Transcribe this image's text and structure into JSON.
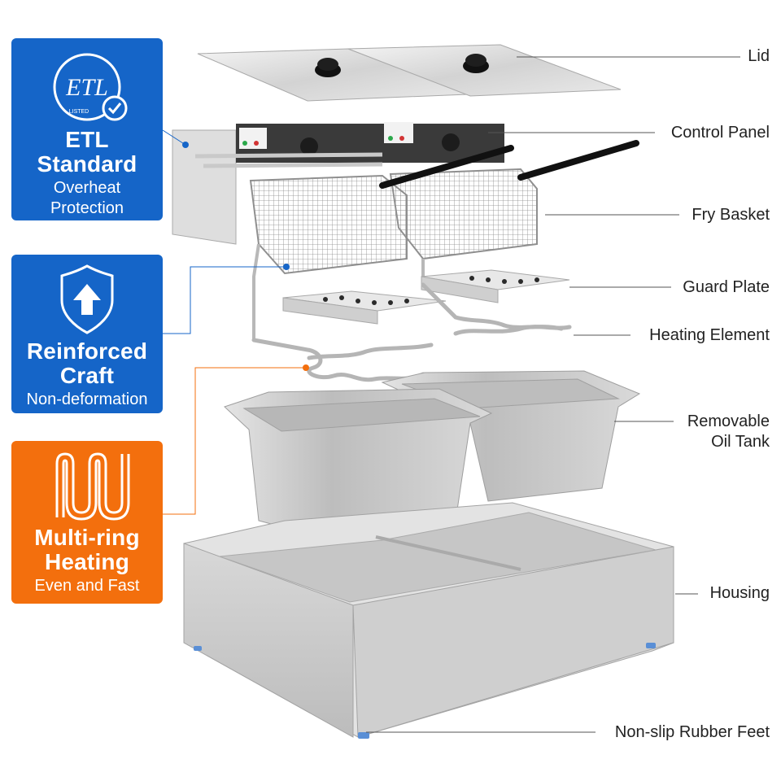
{
  "features": [
    {
      "title": "ETL\nStandard",
      "subtitle": "Overheat\nProtection",
      "logo_text": "ETL",
      "logo_mark": "LISTED",
      "icon": "etl-listed-icon",
      "color": "#1565c8"
    },
    {
      "title": "Reinforced\nCraft",
      "subtitle": "Non-deformation",
      "icon": "shield-arrow-up-icon",
      "color": "#1565c8"
    },
    {
      "title": "Multi-ring\nHeating",
      "subtitle": "Even and Fast",
      "icon": "heating-coil-icon",
      "color": "#f36f0d"
    }
  ],
  "parts": {
    "lid": "Lid",
    "control_panel": "Control Panel",
    "fry_basket": "Fry Basket",
    "guard_plate": "Guard Plate",
    "heating_element": "Heating Element",
    "oil_tank": "Removable\nOil Tank",
    "housing": "Housing",
    "feet": "Non-slip Rubber Feet"
  }
}
